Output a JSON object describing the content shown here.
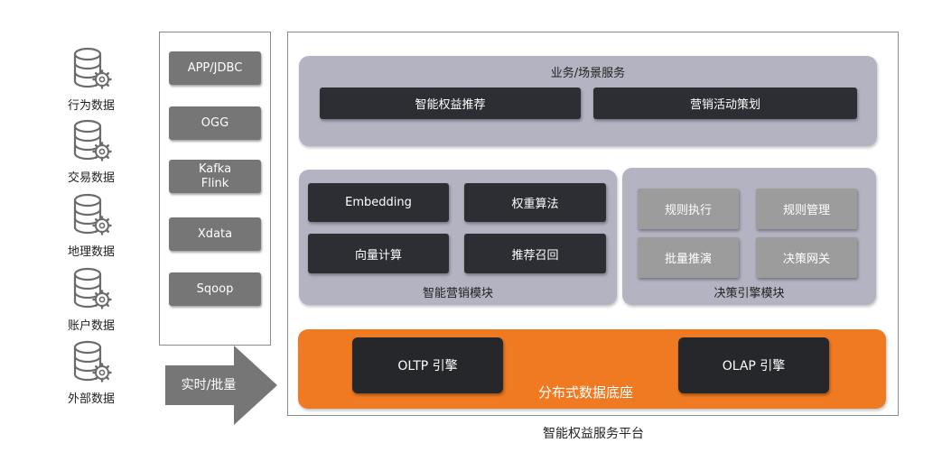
{
  "sources": [
    {
      "label": "行为数据",
      "icon": "database-gear-icon"
    },
    {
      "label": "交易数据",
      "icon": "database-gear-icon"
    },
    {
      "label": "地理数据",
      "icon": "database-gear-icon"
    },
    {
      "label": "账户数据",
      "icon": "database-gear-icon"
    },
    {
      "label": "外部数据",
      "icon": "database-gear-icon"
    }
  ],
  "connectors": [
    "APP/JDBC",
    "OGG",
    "Kafka\nFlink",
    "Xdata",
    "Sqoop"
  ],
  "arrow_label": "实时/批量",
  "business": {
    "title": "业务/场景服务",
    "items": [
      "智能权益推荐",
      "营销活动策划"
    ]
  },
  "marketing": {
    "title": "智能营销模块",
    "items": [
      "Embedding",
      "权重算法",
      "向量计算",
      "推荐召回"
    ]
  },
  "decision": {
    "title": "决策引擎模块",
    "items": [
      "规则执行",
      "规则管理",
      "批量推演",
      "决策网关"
    ]
  },
  "base": {
    "title": "分布式数据底座",
    "engines": [
      "OLTP 引擎",
      "OLAP 引擎"
    ]
  },
  "platform_caption": "智能权益服务平台",
  "colors": {
    "panel_grey": "#b3b3c2",
    "dark_button": "#2d2e33",
    "light_button": "#9c9c9c",
    "connector": "#767676",
    "orange": "#ef7a22"
  }
}
